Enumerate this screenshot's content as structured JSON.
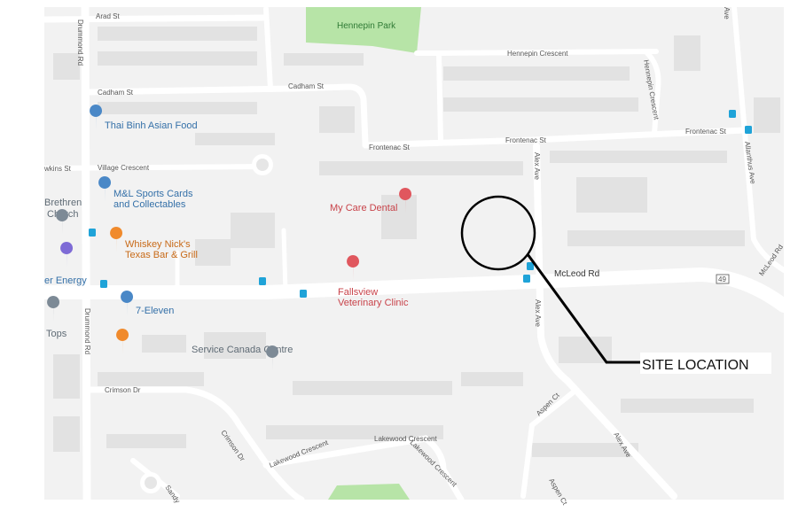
{
  "map": {
    "parks": {
      "hennepin_park": "Hennepin Park"
    },
    "roads": {
      "arad_st": "Arad St",
      "drummond_rd_top": "Drummond Rd",
      "drummond_rd_bottom": "Drummond Rd",
      "hennepin_crescent": "Hennepin Crescent",
      "hennepin_crescent_vertical": "Hennepin Crescent",
      "cadham_st_left": "Cadham St",
      "cadham_st_right": "Cadham St",
      "frontenac_st_1": "Frontenac St",
      "frontenac_st_2": "Frontenac St",
      "frontenac_st_3": "Frontenac St",
      "alex_ave_top": "Alex Ave",
      "alex_ave_mid": "Alex Ave",
      "alex_ave_bottom": "Alex Ave",
      "allanthus_ave": "Allanthus Ave",
      "mcleod_rd": "McLeod Rd",
      "mcleod_rd_right": "McLeod Rd",
      "route_shield": "49",
      "village_crescent": "Village Crescent",
      "wkins_st": "wkins St",
      "crimson_dr": "Crimson Dr",
      "crimson_dr_angled": "Crimson Dr",
      "lakewood_crescent_1": "Lakewood Crescent",
      "lakewood_crescent_2": "Lakewood Crescent",
      "lakewood_crescent_3": "Lakewood Crescent",
      "aspen_ct": "Aspen Ct",
      "aspen_ct_2": "Aspen Ct",
      "sandy": "Sandy",
      "ave_top_right": "Ave"
    },
    "pois": {
      "thai_binh": "Thai Binh Asian Food",
      "ml_sports_1": "M&L Sports Cards",
      "ml_sports_2": "and Collectables",
      "brethren_1": "Brethren",
      "brethren_2": "Church",
      "whiskey_1": "Whiskey Nick's",
      "whiskey_2": "Texas Bar & Grill",
      "energy": "er Energy",
      "my_care_dental": "My Care Dental",
      "fallsview_1": "Fallsview",
      "fallsview_2": "Veterinary Clinic",
      "seven_eleven": "7-Eleven",
      "tops": "Tops",
      "service_canada": "Service Canada Centre"
    },
    "callout": {
      "label": "SITE LOCATION"
    },
    "colors": {
      "background": "#f2f2f2",
      "road": "#ffffff",
      "building": "#e2e2e2",
      "park": "#b7e4a7",
      "poi_blue": "#4a88c7",
      "poi_red": "#e0575e",
      "poi_orange": "#f08a2c",
      "poi_gray": "#7d8a96",
      "transit": "#1fa3d8"
    }
  }
}
